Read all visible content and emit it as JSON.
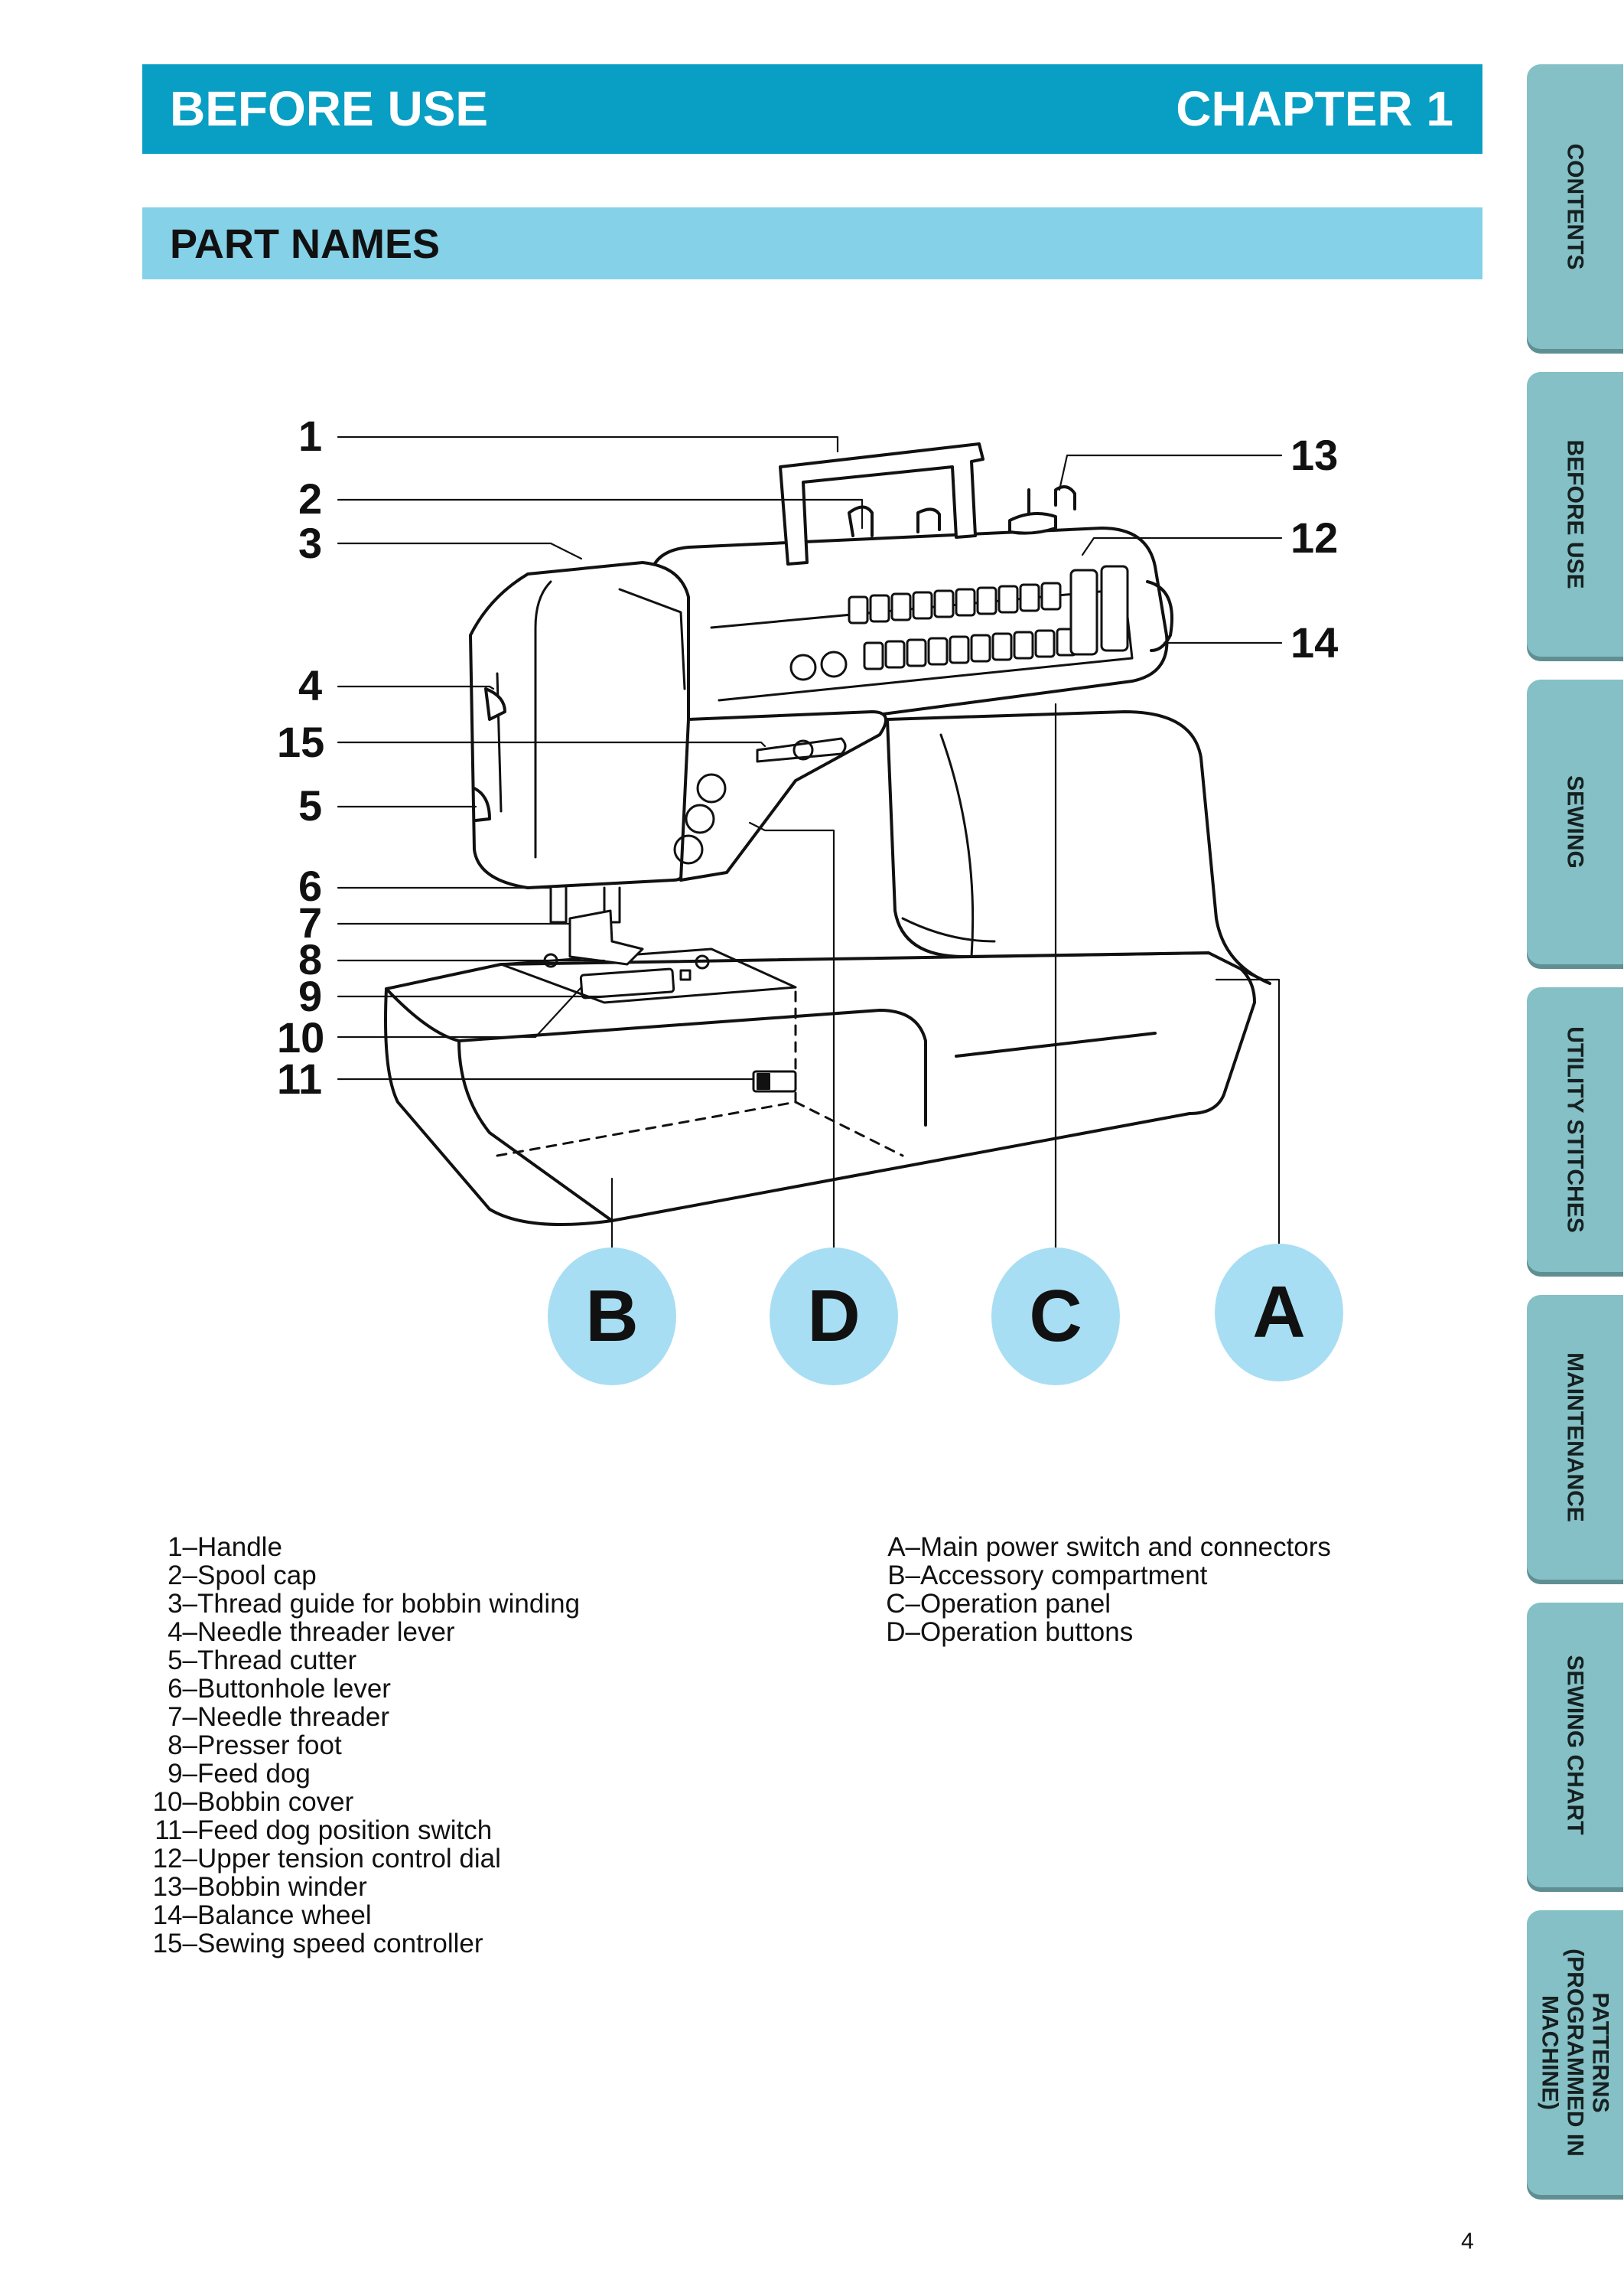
{
  "header": {
    "left_title": "BEFORE USE",
    "right_title": "CHAPTER 1"
  },
  "section": {
    "title": "PART NAMES"
  },
  "side_tabs": [
    {
      "label": "CONTENTS"
    },
    {
      "label": "BEFORE USE"
    },
    {
      "label": "SEWING"
    },
    {
      "label": "UTILITY STITCHES"
    },
    {
      "label": "MAINTENANCE"
    },
    {
      "label": "SEWING CHART"
    },
    {
      "label": "PATTERNS\n(PROGRAMMED IN\nMACHINE)"
    }
  ],
  "callouts": {
    "left": [
      "1",
      "2",
      "3",
      "4",
      "15",
      "5",
      "6",
      "7",
      "8",
      "9",
      "10",
      "11"
    ],
    "right": [
      "13",
      "12",
      "14"
    ]
  },
  "badges": [
    "B",
    "D",
    "C",
    "A"
  ],
  "legend_left": [
    {
      "key": "1–",
      "text": "Handle"
    },
    {
      "key": "2–",
      "text": "Spool cap"
    },
    {
      "key": "3–",
      "text": "Thread guide for bobbin winding"
    },
    {
      "key": "4–",
      "text": "Needle threader lever"
    },
    {
      "key": "5–",
      "text": "Thread cutter"
    },
    {
      "key": "6–",
      "text": "Buttonhole lever"
    },
    {
      "key": "7–",
      "text": "Needle threader"
    },
    {
      "key": "8–",
      "text": "Presser foot"
    },
    {
      "key": "9–",
      "text": "Feed dog"
    },
    {
      "key": "10–",
      "text": "Bobbin cover"
    },
    {
      "key": "11–",
      "text": "Feed dog position switch"
    },
    {
      "key": "12–",
      "text": "Upper tension control dial"
    },
    {
      "key": "13–",
      "text": "Bobbin winder"
    },
    {
      "key": "14–",
      "text": "Balance wheel"
    },
    {
      "key": "15–",
      "text": "Sewing speed controller"
    }
  ],
  "legend_right": [
    {
      "key": "A–",
      "text": "Main power switch and connectors"
    },
    {
      "key": "B–",
      "text": "Accessory compartment"
    },
    {
      "key": "C–",
      "text": "Operation panel"
    },
    {
      "key": "D–",
      "text": "Operation buttons"
    }
  ],
  "page_number": "4",
  "colors": {
    "header_blue": "#099fc4",
    "section_blue": "#84d1e8",
    "tab_teal": "#84c0c5",
    "badge_blue": "#a8def3"
  }
}
